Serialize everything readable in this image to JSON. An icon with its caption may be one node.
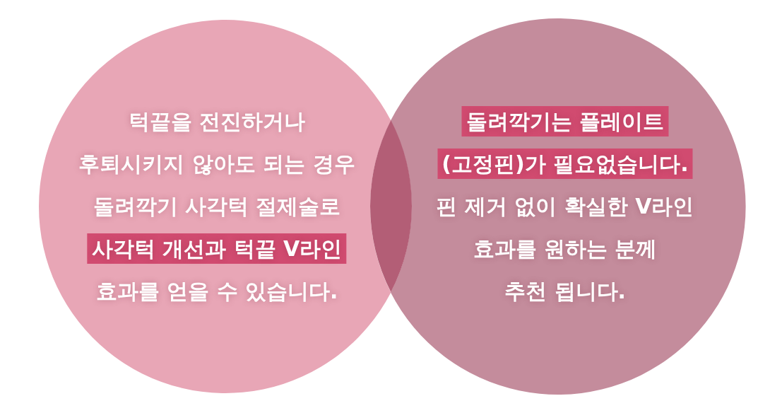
{
  "diagram": {
    "nodes": [
      {
        "text": [
          "턱끝을 전진하거나 후퇴시키지 않아도 되는 경우 돌려깍기 사각턱 절제술로 사각턱 개선과 턱끝 V라인 효과를 얻을 수 있습니다."
        ]
      },
      {
        "text": [
          "돌려깍기는 플레이트 (고정핀)가 필요없습니다. 핀 제거 없이 확실한 V라인 효과를 원하는 분께 추천 됩니다."
        ]
      },
      {
        "text": [],
        "shape": "lens"
      }
    ]
  }
}
